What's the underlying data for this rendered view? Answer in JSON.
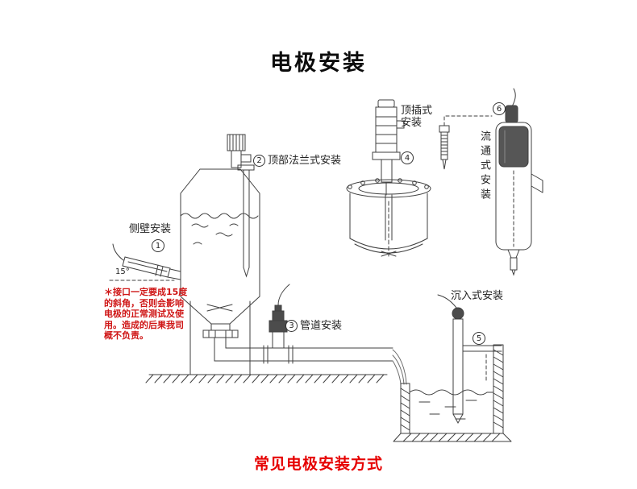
{
  "title": "电极安装",
  "footer": "常见电极安装方式",
  "annotations": {
    "side_wall": {
      "num": "1",
      "label": "侧壁安装"
    },
    "top_flange": {
      "num": "2",
      "label": "顶部法兰式安装"
    },
    "pipeline": {
      "num": "3",
      "label": "管道安装"
    },
    "top_insert": {
      "num": "4",
      "label": "顶插式\n安装"
    },
    "submerged": {
      "num": "5",
      "label": "沉入式安装"
    },
    "flow_through": {
      "num": "6",
      "label": "流通式安装"
    },
    "angle_note": "15°",
    "warning": "＊接口一定要成15度\n的斜角，否则会影响\n电极的正常测试及使\n用。造成的后果我司\n概不负责。"
  },
  "colors": {
    "line": "#3f3f3f",
    "dark_fill": "#4c4c4c",
    "warning_text": "#cf1616",
    "footer_text": "#e60000",
    "title_text": "#0c0c0c"
  }
}
